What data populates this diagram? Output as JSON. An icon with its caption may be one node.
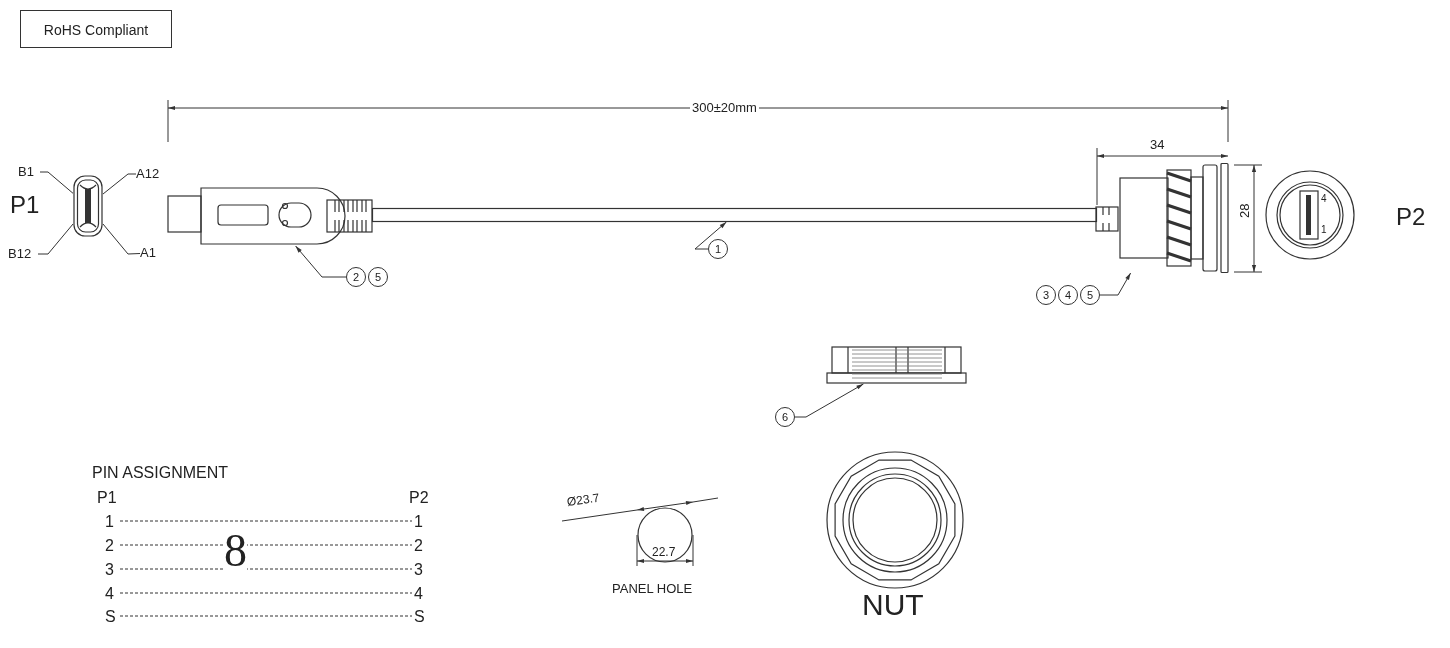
{
  "diagram": {
    "nodes": [
      {
        "text": [
          "RoHS Compliant"
        ]
      },
      {
        "text": [],
        "shape": "picture"
      },
      {
        "text": [
          "B1"
        ]
      },
      {
        "text": [
          "A12"
        ]
      },
      {
        "text": [
          "B12"
        ]
      },
      {
        "text": [
          "A1"
        ]
      },
      {
        "text": [],
        "shape": "picture"
      },
      {
        "text": [],
        "shape": "box"
      },
      {
        "text": [],
        "shape": "picture"
      },
      {
        "text": [],
        "shape": "picture",
        "beside": [
          "P2"
        ]
      },
      {
        "text": [
          "1"
        ]
      },
      {
        "text": [
          "2"
        ]
      },
      {
        "text": [
          "5"
        ]
      },
      {
        "text": [
          "3"
        ]
      },
      {
        "text": [
          "4"
        ]
      },
      {
        "text": [
          "5"
        ]
      },
      {
        "text": [],
        "shape": "picture"
      },
      {
        "text": [
          "6"
        ]
      },
      {
        "text": [],
        "shape": "circle",
        "beside": [
          "PANEL HOLE"
        ]
      },
      {
        "text": [],
        "shape": "picture",
        "beside": [
          "NUT"
        ]
      }
    ],
    "edges": [
      {
        "from": 2,
        "to": 1,
        "arrow": "none"
      },
      {
        "from": 3,
        "to": 1,
        "arrow": "none"
      },
      {
        "from": 4,
        "to": 1,
        "arrow": "none"
      },
      {
        "from": 5,
        "to": 1,
        "arrow": "none"
      },
      {
        "from": 10,
        "to": 7,
        "arrow": "to"
      },
      {
        "from": 11,
        "to": 6,
        "arrow": "to"
      },
      {
        "from": 15,
        "to": 8,
        "arrow": "to"
      },
      {
        "from": 17,
        "to": 16,
        "arrow": "to"
      }
    ],
    "labels": [
      "P1",
      "300±20mm",
      "34",
      "28",
      "4",
      "1",
      "Ø23.7",
      "22.7",
      "PIN ASSIGNMENT",
      "P1",
      "P2",
      "1",
      "1",
      "2",
      "2",
      "8",
      "3",
      "3",
      "4",
      "4",
      "S",
      "S"
    ]
  }
}
